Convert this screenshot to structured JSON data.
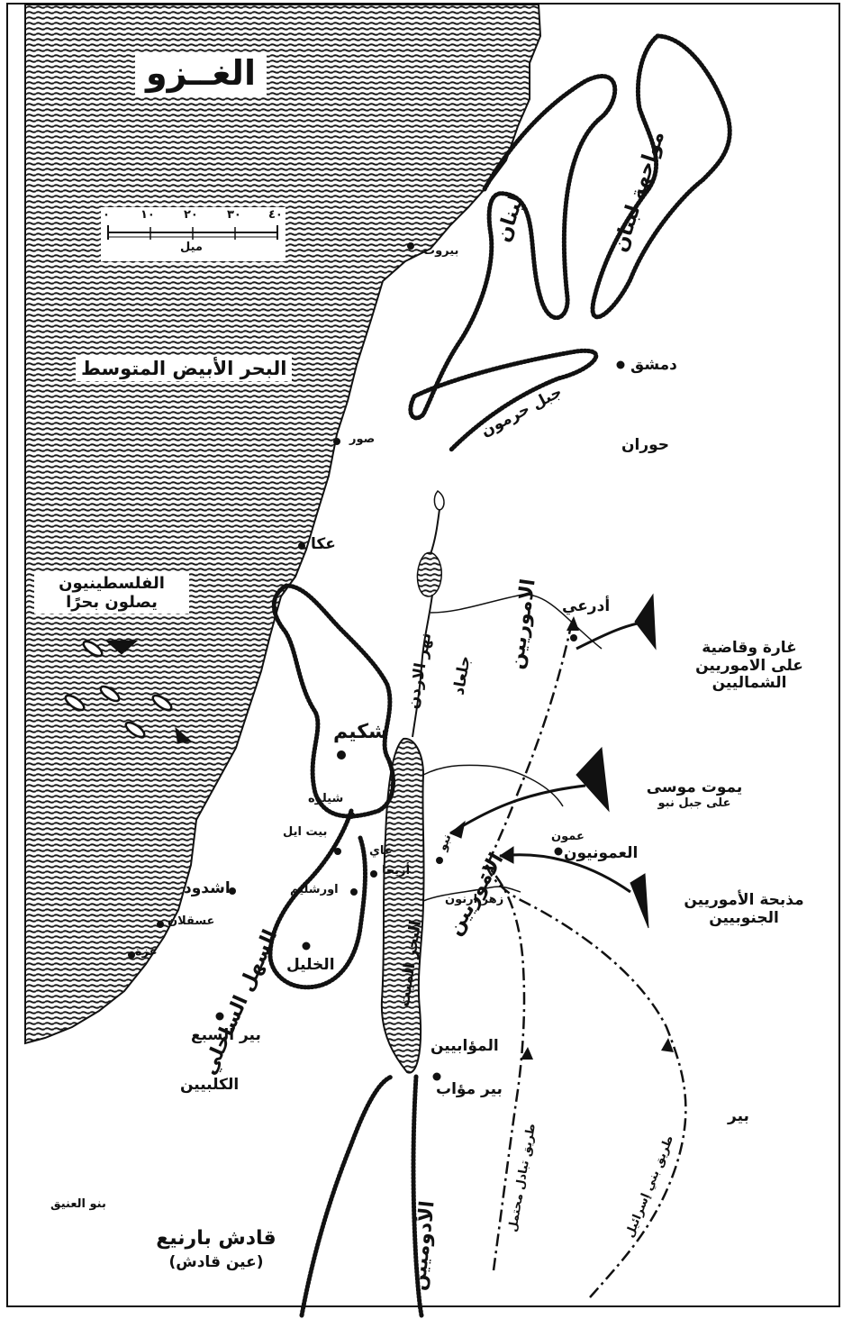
{
  "map": {
    "title": "الغــزو",
    "colors": {
      "ink": "#111111",
      "sea_stripe": "#1a1a1a",
      "paper": "#ffffff"
    },
    "scale": {
      "ticks": [
        "٠",
        "١٠",
        "٢٠",
        "٣٠",
        "٤٠"
      ],
      "unit": "ميل"
    },
    "sea_label": "البحر الأبيض المتوسط",
    "philistines": {
      "line1": "الفلسطينيون",
      "line2": "يصلون بحرًا"
    },
    "places": {
      "beirut": "بيروت",
      "tyre": "صور",
      "acre": "عكا",
      "damascus": "دمشق",
      "hauran": "حوران",
      "edrei": "أدرعي",
      "shechem": "شكيم",
      "shiloh": "شيلوه",
      "bethel": "بيت ايل",
      "ai": "عاي",
      "jericho": "أريحا",
      "jerusalem": "اورشليم",
      "ashdod": "اشدود",
      "ashkelon": "عسقلان",
      "gaza": "غزة",
      "hebron": "الخليل",
      "beersheba": "بير السبع",
      "amman": "عمون",
      "arnon": "زهر ارنون",
      "moab_well": "بير مؤاب",
      "beer": "بير",
      "kadesh": "قادش بارنيع",
      "ein_kadesh": "(عين قادش)"
    },
    "regions": {
      "lebanon": "لبنان",
      "anti_lebanon": "مواجهة لبنان",
      "hermon": "جبل حرمون",
      "jordan_river": "نهر الاردن",
      "gilead": "جلعاد",
      "amorites_north": "الاموريين",
      "amorites_south": "الاموريين",
      "dead_sea": "البحر الميت",
      "coastal_plain": "السهل الساحلي",
      "kenites": "الكلبيين",
      "anakim": "بنو العنيق",
      "moabites": "المؤابيين",
      "ammonites": "العمونيون",
      "edomites": "الأدوميين",
      "hill": "نبو"
    },
    "annotations": {
      "raid": {
        "line1": "غارة وقاضية",
        "line2": "على الاموريين",
        "line3": "الشماليين"
      },
      "moses": {
        "line1": "يموت موسى",
        "line2": "على جبل نبو"
      },
      "massacre": {
        "line1": "مذبحة الأموريين",
        "line2": "الجنوبيين"
      }
    },
    "routes": {
      "exchange": "طريق تبادل محتمل",
      "israel": "طريق بني إسرائيل"
    }
  }
}
